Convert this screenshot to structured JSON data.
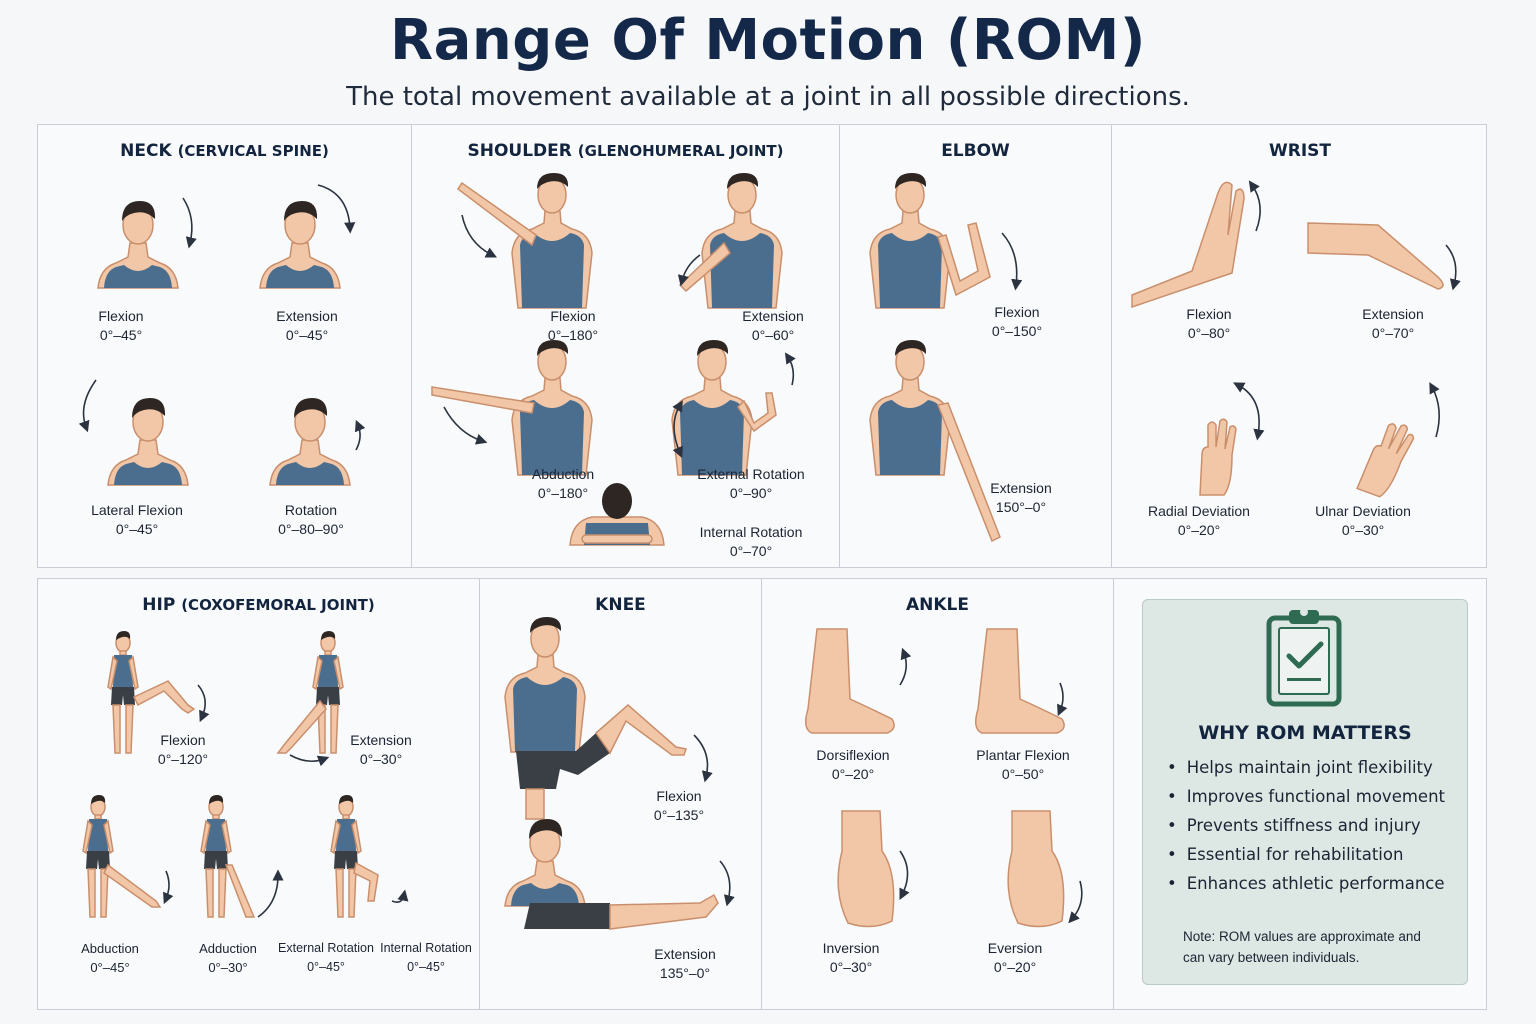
{
  "header": {
    "title": "Range Of Motion (ROM)",
    "subtitle": "The total movement available at a joint in all possible directions."
  },
  "panels": {
    "neck": {
      "title": "NECK",
      "subtitle": "(CERVICAL SPINE)",
      "moves": [
        {
          "name": "Flexion",
          "range": "0°–45°"
        },
        {
          "name": "Extension",
          "range": "0°–45°"
        },
        {
          "name": "Lateral Flexion",
          "range": "0°–45°"
        },
        {
          "name": "Rotation",
          "range": "0°–80–90°"
        }
      ]
    },
    "shoulder": {
      "title": "SHOULDER",
      "subtitle": "(GLENOHUMERAL JOINT)",
      "moves": [
        {
          "name": "Flexion",
          "range": "0°–180°"
        },
        {
          "name": "Extension",
          "range": "0°–60°"
        },
        {
          "name": "Abduction",
          "range": "0°–180°"
        },
        {
          "name": "External Rotation",
          "range": "0°–90°"
        },
        {
          "name": "Internal Rotation",
          "range": "0°–70°"
        }
      ]
    },
    "elbow": {
      "title": "ELBOW",
      "moves": [
        {
          "name": "Flexion",
          "range": "0°–150°"
        },
        {
          "name": "Extension",
          "range": "150°–0°"
        }
      ]
    },
    "wrist": {
      "title": "WRIST",
      "moves": [
        {
          "name": "Flexion",
          "range": "0°–80°"
        },
        {
          "name": "Extension",
          "range": "0°–70°"
        },
        {
          "name": "Radial Deviation",
          "range": "0°–20°"
        },
        {
          "name": "Ulnar Deviation",
          "range": "0°–30°"
        }
      ]
    },
    "hip": {
      "title": "HIP",
      "subtitle": "(COXOFEMORAL JOINT)",
      "moves": [
        {
          "name": "Flexion",
          "range": "0°–120°"
        },
        {
          "name": "Extension",
          "range": "0°–30°"
        },
        {
          "name": "Abduction",
          "range": "0°–45°"
        },
        {
          "name": "Adduction",
          "range": "0°–30°"
        },
        {
          "name": "External Rotation",
          "range": "0°–45°"
        },
        {
          "name": "Internal Rotation",
          "range": "0°–45°"
        }
      ]
    },
    "knee": {
      "title": "KNEE",
      "moves": [
        {
          "name": "Flexion",
          "range": "0°–135°"
        },
        {
          "name": "Extension",
          "range": "135°–0°"
        }
      ]
    },
    "ankle": {
      "title": "ANKLE",
      "moves": [
        {
          "name": "Dorsiflexion",
          "range": "0°–20°"
        },
        {
          "name": "Plantar Flexion",
          "range": "0°–50°"
        },
        {
          "name": "Inversion",
          "range": "0°–30°"
        },
        {
          "name": "Eversion",
          "range": "0°–20°"
        }
      ]
    }
  },
  "why_rom": {
    "icon": "clipboard-check-icon",
    "title": "WHY ROM MATTERS",
    "points": [
      "Helps maintain joint flexibility",
      "Improves functional movement",
      "Prevents stiffness and injury",
      "Essential for rehabilitation",
      "Enhances athletic performance"
    ],
    "note": "Note: ROM values are approximate and can vary between individuals."
  },
  "colors": {
    "title": "#14294a",
    "tank_top": "#4b6e8e",
    "skin": "#f2c7a8",
    "why_box": "#dde7e4",
    "clipboard": "#2e6b52"
  }
}
